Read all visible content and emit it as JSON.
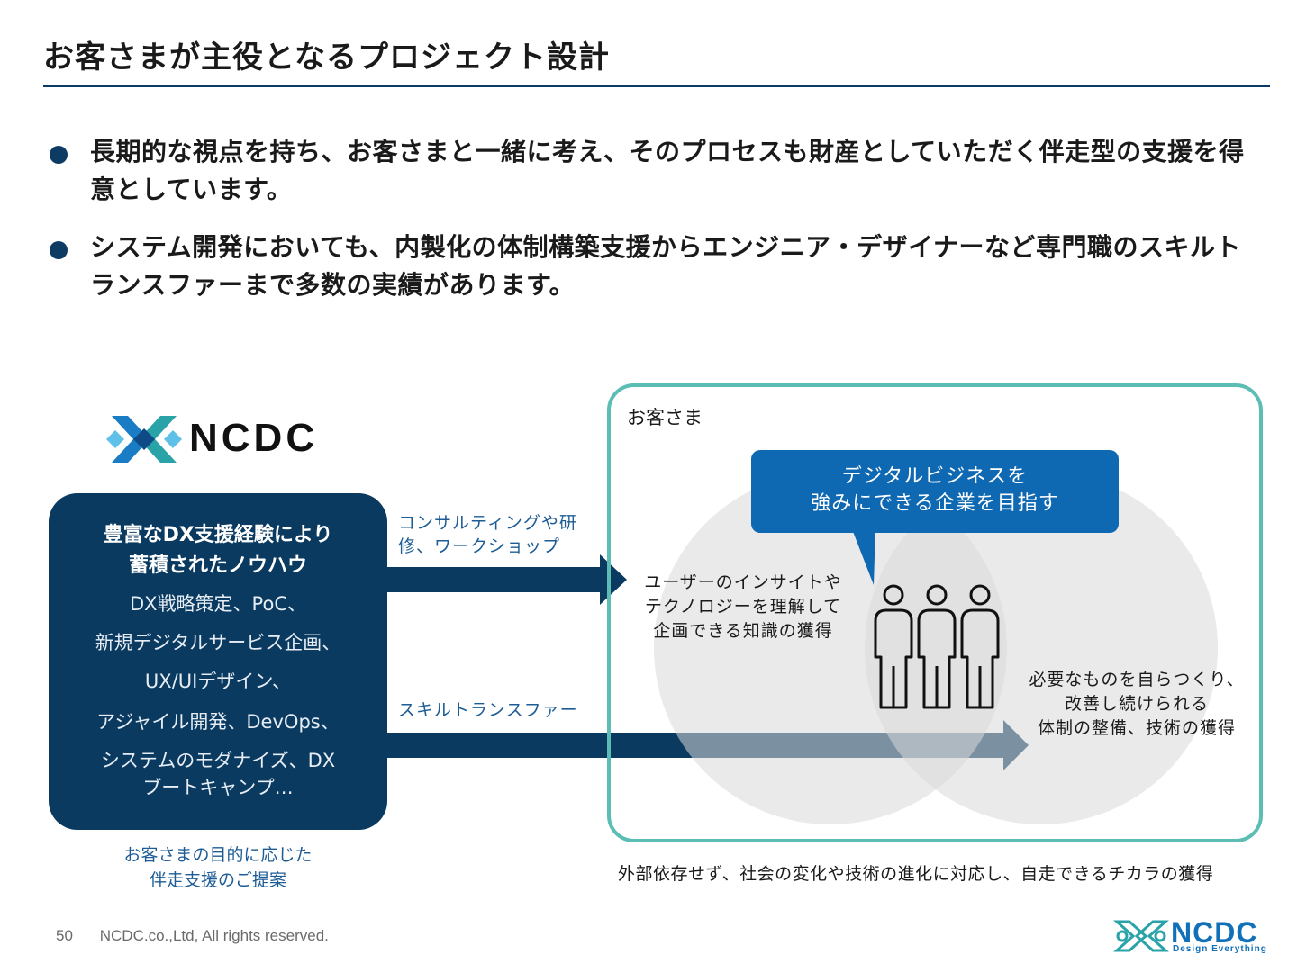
{
  "title": "お客さまが主役となるプロジェクト設計",
  "bullets": [
    "長期的な視点を持ち、お客さまと一緒に考え、そのプロセスも財産としていただく伴走型の支援を得意としています。",
    "システム開発においても、内製化の体制構築支援からエンジニア・デザイナーなど専門職のスキルトランスファーまで多数の実績があります。"
  ],
  "logo_left": {
    "text": "NCDC"
  },
  "left_box": {
    "heading_line1": "豊富なDX支援経験により",
    "heading_line2": "蓄積されたノウハウ",
    "items": [
      "DX戦略策定、PoC、",
      "新規デジタルサービス企画、",
      "UX/UIデザイン、",
      "アジャイル開発、DevOps、",
      "システムのモダナイズ、DX",
      "ブートキャンプ…"
    ],
    "caption_line1": "お客さまの目的に応じた",
    "caption_line2": "伴走支援のご提案"
  },
  "arrows": {
    "top_label_line1": "コンサルティングや研",
    "top_label_line2": "修、ワークショップ",
    "bottom_label": "スキルトランスファー"
  },
  "client": {
    "label": "お客さま",
    "bubble_line1": "デジタルビジネスを",
    "bubble_line2": "強みにできる企業を目指す",
    "left_circle": [
      "ユーザーのインサイトや",
      "テクノロジーを理解して",
      "企画できる知識の獲得"
    ],
    "right_circle": [
      "必要なものを自らつくり、",
      "改善し続けられる",
      "体制の整備、技術の獲得"
    ],
    "bottom_caption": "外部依存せず、社会の変化や技術の進化に対応し、自走できるチカラの獲得"
  },
  "footer": {
    "page": "50",
    "copyright": "NCDC.co.,Ltd, All rights reserved."
  },
  "logo_right": {
    "text": "NCDC",
    "tagline": "Design Everything"
  },
  "colors": {
    "navy": "#0b3a60",
    "accent_blue": "#0f69b2",
    "teal": "#5bbdb4",
    "label_blue": "#1d5c95"
  }
}
